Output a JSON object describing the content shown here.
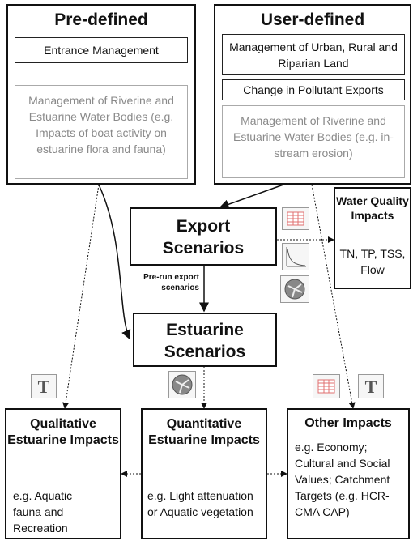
{
  "predefined": {
    "title": "Pre-defined",
    "item1": "Entrance Management",
    "item2": "Management of Riverine and Estuarine Water Bodies (e.g. Impacts of boat activity on estuarine flora and fauna)"
  },
  "userdefined": {
    "title": "User-defined",
    "item1": "Management of Urban, Rural and Riparian Land",
    "item2": "Change in Pollutant Exports",
    "item3": "Management of Riverine and Estuarine Water Bodies (e.g. in-stream erosion)"
  },
  "export": {
    "title": "Export Scenarios"
  },
  "water_quality": {
    "title": "Water Quality Impacts",
    "body": "TN, TP, TSS, Flow"
  },
  "prerun_label": "Pre-run export scenarios",
  "estuarine": {
    "title": "Estuarine Scenarios"
  },
  "qualitative": {
    "title": "Qualitative Estuarine Impacts",
    "body": "e.g. Aquatic fauna and Recreation"
  },
  "quantitative": {
    "title": "Quantitative Estuarine Impacts",
    "body": "e.g. Light attenuation or Aquatic vegetation"
  },
  "other": {
    "title": "Other Impacts",
    "body": "e.g. Economy; Cultural and Social Values; Catchment Targets (e.g. HCR-CMA CAP)"
  },
  "icons": {
    "text_icon": "T",
    "table_icon": "table-icon",
    "curve_icon": "curve-icon",
    "map_icon": "map-icon"
  }
}
